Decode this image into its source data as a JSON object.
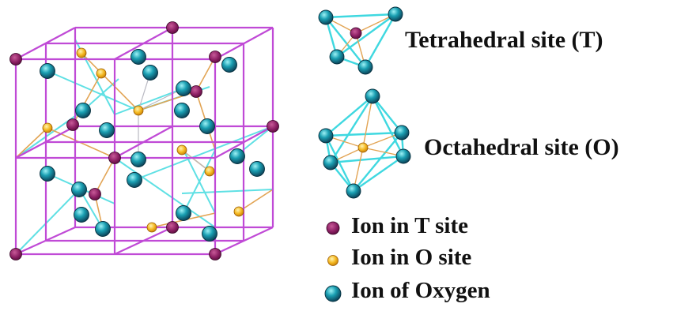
{
  "colors": {
    "t_ion": "#8b1f63",
    "o_ion": "#f4b820",
    "oxygen": "#1a9fb2",
    "cube_edge": "#c04ad6",
    "bond_cyan": "#5fe0e4",
    "bond_orange": "#e2a454",
    "polyhedron_edge": "#3fd8e0"
  },
  "sites": {
    "tetrahedral": {
      "label": "Tetrahedral site (T)",
      "icon": "tetrahedron-icon"
    },
    "octahedral": {
      "label": "Octahedral site (O)",
      "icon": "octahedron-icon"
    }
  },
  "legend": {
    "t_ion": "Ion in T site",
    "o_ion": "Ion in O site",
    "oxygen": "Ion of Oxygen"
  }
}
